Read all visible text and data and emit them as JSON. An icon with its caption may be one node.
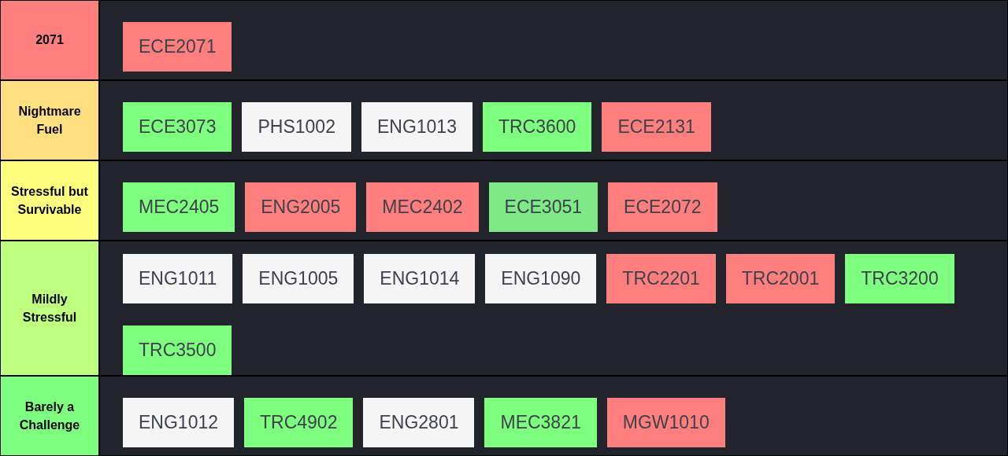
{
  "diagram": {
    "nodes": [
      {
        "text": [
          "2071"
        ]
      },
      {
        "text": [
          "ECE2071"
        ],
        "in": 0
      },
      {
        "text": [
          "Nightmare Fuel"
        ]
      },
      {
        "text": [
          "ECE3073"
        ],
        "in": 2
      },
      {
        "text": [
          "PHS1002"
        ],
        "in": 2
      },
      {
        "text": [
          "ENG1013"
        ],
        "in": 2
      },
      {
        "text": [
          "TRC3600"
        ],
        "in": 2
      },
      {
        "text": [
          "ECE2131"
        ],
        "in": 2
      },
      {
        "text": [
          "Stressful but Survivable"
        ]
      },
      {
        "text": [
          "MEC2405"
        ],
        "in": 8
      },
      {
        "text": [
          "ENG2005"
        ],
        "in": 8
      },
      {
        "text": [
          "MEC2402"
        ],
        "in": 8
      },
      {
        "text": [
          "ECE3051"
        ],
        "in": 8
      },
      {
        "text": [
          "ECE2072"
        ],
        "in": 8
      },
      {
        "text": [
          "Mildly Stressful"
        ]
      },
      {
        "text": [
          "ENG1011"
        ],
        "in": 14
      },
      {
        "text": [
          "ENG1005"
        ],
        "in": 14
      },
      {
        "text": [
          "ENG1014"
        ],
        "in": 14
      },
      {
        "text": [
          "ENG1090"
        ],
        "in": 14
      },
      {
        "text": [
          "TRC2201"
        ],
        "in": 14
      },
      {
        "text": [
          "TRC2001"
        ],
        "in": 14
      },
      {
        "text": [
          "TRC3200"
        ],
        "in": 14
      },
      {
        "text": [
          "TRC3500"
        ],
        "in": 14
      },
      {
        "text": [
          "Barely a Challenge"
        ]
      },
      {
        "text": [
          "ENG1012"
        ],
        "in": 23
      },
      {
        "text": [
          "TRC4902"
        ],
        "in": 23
      },
      {
        "text": [
          "ENG2801"
        ],
        "in": 23
      },
      {
        "text": [
          "MEC3821"
        ],
        "in": 23
      },
      {
        "text": [
          "MGW1010"
        ],
        "in": 23
      }
    ]
  }
}
